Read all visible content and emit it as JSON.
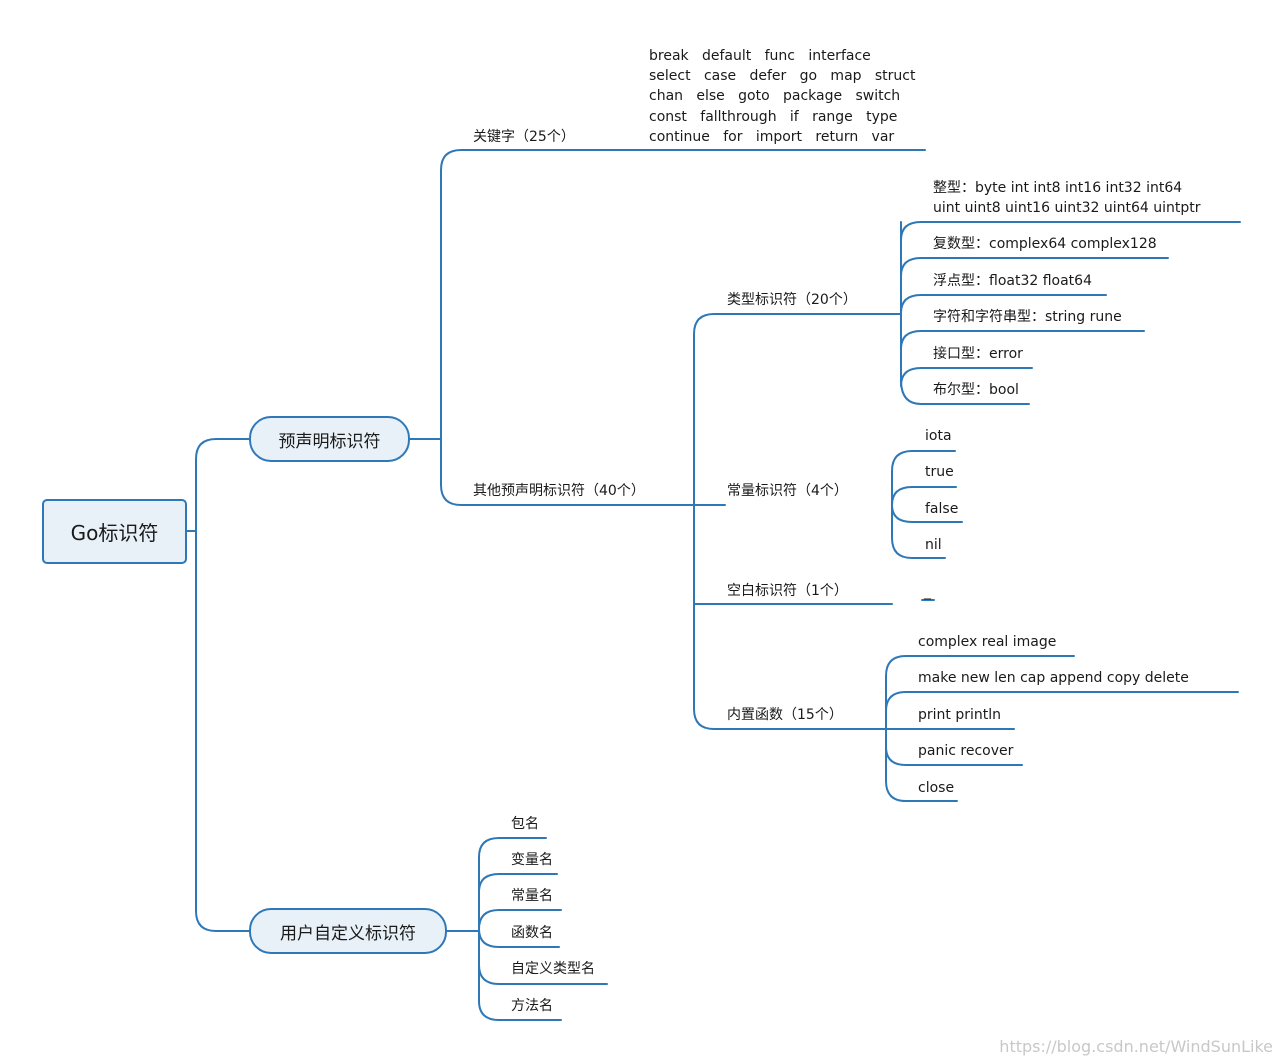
{
  "root": "Go标识符",
  "predeclared": {
    "title": "预声明标识符",
    "keywords": {
      "label": "关键字（25个）",
      "lines": [
        "break   default   func   interface",
        "select   case   defer   go   map   struct",
        "chan   else   goto   package   switch",
        "const   fallthrough   if   range   type",
        "continue   for   import   return   var"
      ]
    },
    "others": {
      "label": "其他预声明标识符（40个）",
      "types": {
        "label": "类型标识符（20个）",
        "items": {
          "integer_line1": "整型：byte   int   int8   int16   int32   int64",
          "integer_line2": "uint   uint8   uint16   uint32   uint64   uintptr",
          "complex": "复数型：complex64   complex128",
          "float": "浮点型：float32   float64",
          "string": "字符和字符串型：string   rune",
          "interface": "接口型：error",
          "bool": "布尔型：bool"
        }
      },
      "constants": {
        "label": "常量标识符（4个）",
        "items": [
          "iota",
          "true",
          "false",
          "nil"
        ]
      },
      "blank": {
        "label": "空白标识符（1个）",
        "item": "_"
      },
      "builtins": {
        "label": "内置函数（15个）",
        "items": [
          "complex   real   image",
          "make   new   len   cap   append   copy   delete",
          "print   println",
          "panic   recover",
          "close"
        ]
      }
    }
  },
  "user_defined": {
    "title": "用户自定义标识符",
    "items": [
      "包名",
      "变量名",
      "常量名",
      "函数名",
      "自定义类型名",
      "方法名"
    ]
  },
  "watermark": "https://blog.csdn.net/WindSunLike",
  "colors": {
    "line": "#2f78b8",
    "node_fill": "#e8f0f8"
  }
}
